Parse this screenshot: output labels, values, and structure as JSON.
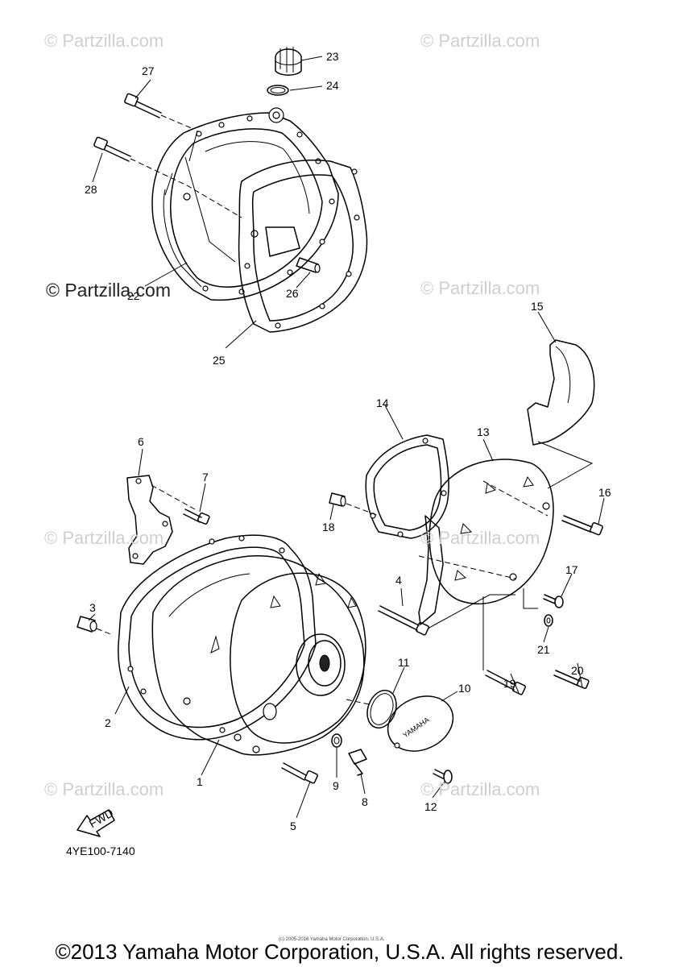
{
  "watermarks": [
    {
      "text": "© Partzilla.com"
    },
    {
      "text": "© Partzilla.com"
    },
    {
      "text": "© Partzilla.com"
    },
    {
      "text": "© Partzilla.com"
    },
    {
      "text": "© Partzilla.com"
    },
    {
      "text": "© Partzilla.com"
    },
    {
      "text": "© Partzilla.com"
    }
  ],
  "watermark_strong": "© Partzilla.com",
  "callouts": [
    "1",
    "2",
    "3",
    "4",
    "5",
    "6",
    "7",
    "8",
    "9",
    "10",
    "11",
    "12",
    "13",
    "14",
    "15",
    "16",
    "17",
    "18",
    "19",
    "20",
    "21",
    "22",
    "23",
    "24",
    "25",
    "26",
    "27",
    "28"
  ],
  "fwd_label": "FWD",
  "cover_logo": "YAMAHA",
  "diagram_code": "4YE100-7140",
  "tiny_copyright": "(c) 2005-2016 Yamaha Motor Corporation, U.S.A.",
  "footer": "©2013 Yamaha Motor Corporation, U.S.A. All rights reserved."
}
